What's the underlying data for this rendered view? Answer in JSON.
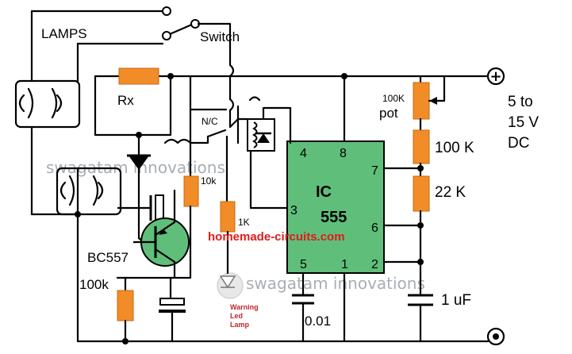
{
  "labels": {
    "lamps": "LAMPS",
    "switch": "Switch",
    "rx": "Rx",
    "nc": "N/C",
    "r_10k": "10k",
    "r_1k": "1K",
    "r_100k_base": "100k",
    "transistor": "BC557",
    "pot_value": "100K",
    "pot_word": "pot",
    "r_100k": "100 K",
    "r_22k": "22 K",
    "ic_name": "IC",
    "ic_number": "555",
    "cap_timing": "1 uF",
    "cap_ctrl": "0.01",
    "supply_line1": "5 to",
    "supply_line2": "15 V",
    "supply_line3": "DC",
    "warning_line1": "Warning",
    "warning_line2": "Led",
    "warning_line3": "Lamp",
    "website": "homemade-circuits.com",
    "watermark1": "swagatam innovations",
    "watermark2": "swagatam innovations"
  },
  "pins": {
    "p4": "4",
    "p8": "8",
    "p7": "7",
    "p3": "3",
    "p6": "6",
    "p5": "5",
    "p1": "1",
    "p2": "2"
  },
  "colors": {
    "resistor": "#f28c28",
    "ic_body": "#5fbf7a",
    "transistor_body": "#5fbf7a",
    "website_text": "#e01b1b",
    "warning_text": "#c0262b",
    "wire": "#000000"
  }
}
